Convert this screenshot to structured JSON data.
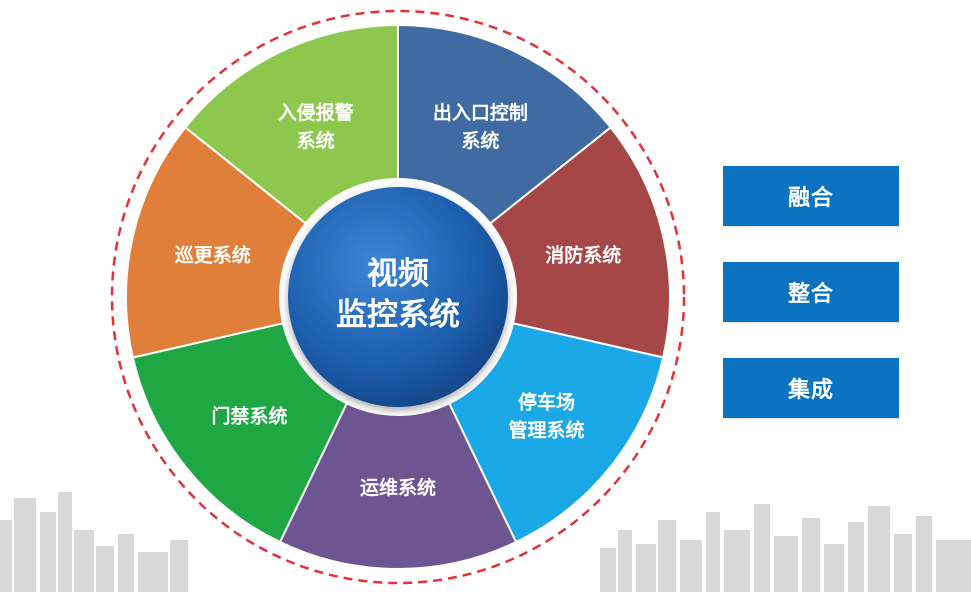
{
  "center": {
    "lines": [
      "视频",
      "监控系统"
    ]
  },
  "segments": [
    {
      "lines": [
        "出入口控制",
        "系统"
      ],
      "color": "#3f6aa2"
    },
    {
      "lines": [
        "消防系统"
      ],
      "color": "#a64747"
    },
    {
      "lines": [
        "停车场",
        "管理系统"
      ],
      "color": "#1aa8e6"
    },
    {
      "lines": [
        "运维系统"
      ],
      "color": "#6c5590"
    },
    {
      "lines": [
        "门禁系统"
      ],
      "color": "#1ea743"
    },
    {
      "lines": [
        "巡更系统"
      ],
      "color": "#e07f39"
    },
    {
      "lines": [
        "入侵报警",
        "系统"
      ],
      "color": "#8dc74e"
    }
  ],
  "side_boxes": [
    {
      "label": "融合"
    },
    {
      "label": "整合"
    },
    {
      "label": "集成"
    }
  ],
  "colors": {
    "dashed_ring": "#e0323a",
    "center_fill": "#1e5ea8",
    "side_box": "#0c73c2",
    "skyline": "#d6d6d6"
  }
}
